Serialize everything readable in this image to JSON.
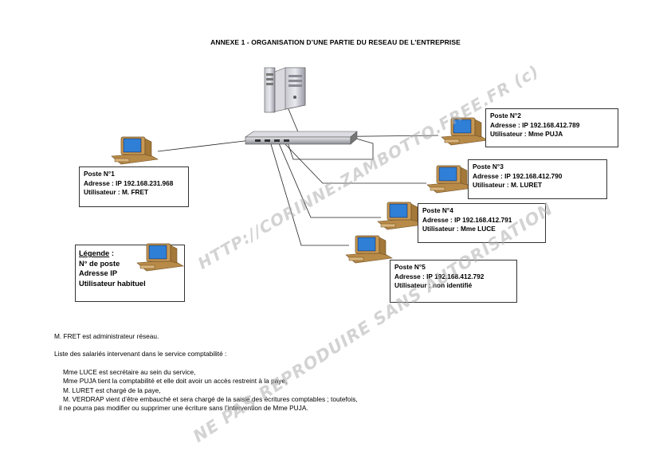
{
  "title": "ANNEXE 1 - ORGANISATION D’UNE PARTIE DU RESEAU DE L’ENTREPRISE",
  "postes": [
    {
      "name": "Poste N°1",
      "address": "Adresse : IP 192.168.231.968",
      "user": "Utilisateur : M. FRET"
    },
    {
      "name": "Poste N°2",
      "address": "Adresse : IP 192.168.412.789",
      "user": "Utilisateur : Mme PUJA"
    },
    {
      "name": "Poste N°3",
      "address": "Adresse : IP 192.168.412.790",
      "user": "Utilisateur : M. LURET"
    },
    {
      "name": "Poste N°4",
      "address": "Adresse : IP 192.168.412.791",
      "user": "Utilisateur : Mme LUCE"
    },
    {
      "name": "Poste N°5",
      "address": "Adresse : IP 192.168.412.792",
      "user": "Utilisateur : non identifié"
    }
  ],
  "legend": {
    "title": "Légende",
    "colon": " :",
    "line1": "N° de poste",
    "line2": "Adresse  IP",
    "line3": "Utilisateur habituel"
  },
  "notes": {
    "admin": "M. FRET est administrateur réseau.",
    "list_intro": "Liste des salariés intervenant dans le service comptabilité :",
    "items": [
      "Mme LUCE est secrétaire au sein du service,",
      "Mme PUJA tient la comptabilité et elle doit avoir un  accès restreint à la paye,",
      "M. LURET est chargé de la paye,",
      "M. VERDRAP vient d’être embauché et sera chargé de la saisie des écritures comptables ; toutefois,",
      "il ne pourra pas modifier ou supprimer une écriture sans l’intervention de Mme PUJA."
    ]
  },
  "watermark": {
    "line1": "HTTP://CORINNE.ZAMBOTTO.FREE.FR (c)",
    "line2": "NE PAS REPRODUIRE SANS AUTORISATION"
  },
  "icons": {
    "computer": "computer-icon",
    "server": "server-tower-icon",
    "switch": "network-switch-icon"
  },
  "colors": {
    "screen": "#2f7fd6",
    "monitor_body": "#c99a55",
    "border": "#333333",
    "watermark": "#b0b0b0"
  }
}
